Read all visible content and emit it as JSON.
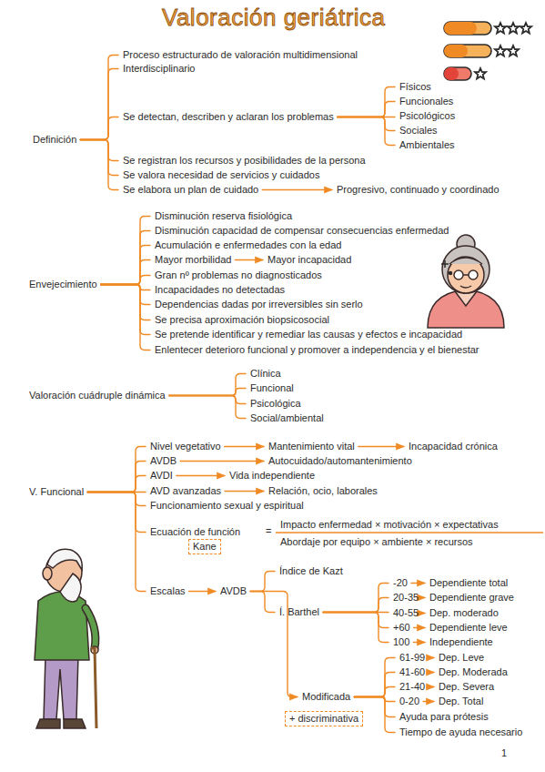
{
  "diagram": {
    "title": "Valoración geriátrica",
    "nodes": [
      {
        "text": [
          "Definición"
        ]
      },
      {
        "text": [
          "Proceso estructurado de valoración multidimensional"
        ]
      },
      {
        "text": [
          "Interdisciplinario"
        ]
      },
      {
        "text": [
          "Se detectan, describen y aclaran los problemas"
        ]
      },
      {
        "text": [
          "Físicos"
        ]
      },
      {
        "text": [
          "Funcionales"
        ]
      },
      {
        "text": [
          "Psicológicos"
        ]
      },
      {
        "text": [
          "Sociales"
        ]
      },
      {
        "text": [
          "Ambientales"
        ]
      },
      {
        "text": [
          "Se registran los recursos y posibilidades de la persona"
        ]
      },
      {
        "text": [
          "Se valora necesidad de servicios y cuidados"
        ]
      },
      {
        "text": [
          "Se elabora un plan de cuidado"
        ]
      },
      {
        "text": [
          "Progresivo, continuado y coordinado"
        ]
      },
      {
        "text": [
          "Envejecimiento"
        ]
      },
      {
        "text": [
          "Disminución reserva fisiológica"
        ]
      },
      {
        "text": [
          "Disminución capacidad de compensar consecuencias enfermedad"
        ]
      },
      {
        "text": [
          "Acumulación e enfermedades con la edad"
        ]
      },
      {
        "text": [
          "Mayor morbilidad"
        ]
      },
      {
        "text": [
          "Mayor incapacidad"
        ]
      },
      {
        "text": [
          "Gran nº problemas no diagnosticados"
        ]
      },
      {
        "text": [
          "Incapacidades no detectadas"
        ]
      },
      {
        "text": [
          "Dependencias dadas por irreversibles sin serlo"
        ]
      },
      {
        "text": [
          "Se precisa aproximación biopsicosocial"
        ]
      },
      {
        "text": [
          "Se pretende identificar y remediar las causas y efectos e incapacidad"
        ]
      },
      {
        "text": [
          "Enlentecer deterioro funcional y promover a independencia y el bienestar"
        ]
      },
      {
        "text": [
          "Valoración cuádruple dinámica"
        ]
      },
      {
        "text": [
          "Clínica"
        ]
      },
      {
        "text": [
          "Funcional"
        ]
      },
      {
        "text": [
          "Psicológica"
        ]
      },
      {
        "text": [
          "Social/ambiental"
        ]
      },
      {
        "text": [
          "V. Funcional"
        ]
      },
      {
        "text": [
          "Nivel vegetativo"
        ]
      },
      {
        "text": [
          "Mantenimiento vital"
        ]
      },
      {
        "text": [
          "Incapacidad crónica"
        ]
      },
      {
        "text": [
          "AVDB"
        ]
      },
      {
        "text": [
          "Autocuidado/automantenimiento"
        ]
      },
      {
        "text": [
          "AVDI"
        ]
      },
      {
        "text": [
          "Vida independiente"
        ]
      },
      {
        "text": [
          "AVD avanzadas"
        ]
      },
      {
        "text": [
          "Relación, ocio, laborales"
        ]
      },
      {
        "text": [
          "Funcionamiento sexual y espiritual"
        ]
      },
      {
        "text": [
          "Ecuación de función"
        ]
      },
      {
        "text": [
          "Kane"
        ]
      },
      {
        "text": [
          "Escalas"
        ]
      },
      {
        "text": [
          "AVDB"
        ]
      },
      {
        "text": [
          "Índice de Kazt"
        ]
      },
      {
        "text": [
          "Í. Barthel"
        ]
      },
      {
        "text": [
          "-20"
        ]
      },
      {
        "text": [
          "Dependiente total"
        ]
      },
      {
        "text": [
          "20-35"
        ]
      },
      {
        "text": [
          "Dependiente grave"
        ]
      },
      {
        "text": [
          "40-55"
        ]
      },
      {
        "text": [
          "Dep. moderado"
        ]
      },
      {
        "text": [
          "+60"
        ]
      },
      {
        "text": [
          "Dependiente leve"
        ]
      },
      {
        "text": [
          "100"
        ]
      },
      {
        "text": [
          "Independiente"
        ]
      },
      {
        "text": [
          "Modificada"
        ]
      },
      {
        "text": [
          "+ discriminativa"
        ]
      },
      {
        "text": [
          "61-99"
        ]
      },
      {
        "text": [
          "Dep. Leve"
        ]
      },
      {
        "text": [
          "41-60"
        ]
      },
      {
        "text": [
          "Dep. Moderada"
        ]
      },
      {
        "text": [
          "21-40"
        ]
      },
      {
        "text": [
          "Dep. Severa"
        ]
      },
      {
        "text": [
          "0-20"
        ]
      },
      {
        "text": [
          "Dep. Total"
        ]
      },
      {
        "text": [
          "Ayuda para prótesis"
        ]
      },
      {
        "text": [
          "Tiempo de ayuda necesario"
        ]
      }
    ],
    "edges": [
      {
        "from": 0,
        "to": 1,
        "arrow": "none"
      },
      {
        "from": 0,
        "to": 2,
        "arrow": "none"
      },
      {
        "from": 0,
        "to": 3,
        "arrow": "none"
      },
      {
        "from": 0,
        "to": 9,
        "arrow": "none"
      },
      {
        "from": 0,
        "to": 10,
        "arrow": "none"
      },
      {
        "from": 0,
        "to": 11,
        "arrow": "none"
      },
      {
        "from": 3,
        "to": 4,
        "arrow": "none"
      },
      {
        "from": 3,
        "to": 5,
        "arrow": "none"
      },
      {
        "from": 3,
        "to": 6,
        "arrow": "none"
      },
      {
        "from": 3,
        "to": 7,
        "arrow": "none"
      },
      {
        "from": 3,
        "to": 8,
        "arrow": "none"
      },
      {
        "from": 11,
        "to": 12,
        "arrow": "to"
      },
      {
        "from": 13,
        "to": 14,
        "arrow": "none"
      },
      {
        "from": 13,
        "to": 15,
        "arrow": "none"
      },
      {
        "from": 13,
        "to": 16,
        "arrow": "none"
      },
      {
        "from": 13,
        "to": 17,
        "arrow": "none"
      },
      {
        "from": 17,
        "to": 18,
        "arrow": "to"
      },
      {
        "from": 13,
        "to": 19,
        "arrow": "none"
      },
      {
        "from": 13,
        "to": 20,
        "arrow": "none"
      },
      {
        "from": 13,
        "to": 21,
        "arrow": "none"
      },
      {
        "from": 13,
        "to": 22,
        "arrow": "none"
      },
      {
        "from": 13,
        "to": 23,
        "arrow": "none"
      },
      {
        "from": 13,
        "to": 24,
        "arrow": "none"
      },
      {
        "from": 25,
        "to": 26,
        "arrow": "none"
      },
      {
        "from": 25,
        "to": 27,
        "arrow": "none"
      },
      {
        "from": 25,
        "to": 28,
        "arrow": "none"
      },
      {
        "from": 25,
        "to": 29,
        "arrow": "none"
      },
      {
        "from": 30,
        "to": 31,
        "arrow": "none"
      },
      {
        "from": 31,
        "to": 32,
        "arrow": "to"
      },
      {
        "from": 32,
        "to": 33,
        "arrow": "to"
      },
      {
        "from": 30,
        "to": 34,
        "arrow": "none"
      },
      {
        "from": 34,
        "to": 35,
        "arrow": "to"
      },
      {
        "from": 30,
        "to": 36,
        "arrow": "none"
      },
      {
        "from": 36,
        "to": 37,
        "arrow": "to"
      },
      {
        "from": 30,
        "to": 38,
        "arrow": "none"
      },
      {
        "from": 38,
        "to": 39,
        "arrow": "to"
      },
      {
        "from": 30,
        "to": 40,
        "arrow": "none"
      },
      {
        "from": 30,
        "to": 41,
        "arrow": "none"
      },
      {
        "from": 30,
        "to": 43,
        "arrow": "none"
      },
      {
        "from": 43,
        "to": 44,
        "arrow": "to"
      },
      {
        "from": 44,
        "to": 45,
        "arrow": "none"
      },
      {
        "from": 44,
        "to": 46,
        "arrow": "none"
      },
      {
        "from": 46,
        "to": 47,
        "arrow": "none"
      },
      {
        "from": 47,
        "to": 48,
        "arrow": "to"
      },
      {
        "from": 46,
        "to": 49,
        "arrow": "none"
      },
      {
        "from": 49,
        "to": 50,
        "arrow": "to"
      },
      {
        "from": 46,
        "to": 51,
        "arrow": "none"
      },
      {
        "from": 51,
        "to": 52,
        "arrow": "to"
      },
      {
        "from": 46,
        "to": 53,
        "arrow": "none"
      },
      {
        "from": 53,
        "to": 54,
        "arrow": "to"
      },
      {
        "from": 46,
        "to": 55,
        "arrow": "none"
      },
      {
        "from": 55,
        "to": 56,
        "arrow": "to"
      },
      {
        "from": 44,
        "to": 57,
        "arrow": "to"
      },
      {
        "from": 57,
        "to": 59,
        "arrow": "none"
      },
      {
        "from": 59,
        "to": 60,
        "arrow": "to"
      },
      {
        "from": 57,
        "to": 61,
        "arrow": "none"
      },
      {
        "from": 61,
        "to": 62,
        "arrow": "to"
      },
      {
        "from": 57,
        "to": 63,
        "arrow": "none"
      },
      {
        "from": 63,
        "to": 64,
        "arrow": "to"
      },
      {
        "from": 57,
        "to": 65,
        "arrow": "none"
      },
      {
        "from": 65,
        "to": 66,
        "arrow": "to"
      },
      {
        "from": 57,
        "to": 67,
        "arrow": "none"
      },
      {
        "from": 57,
        "to": 68,
        "arrow": "none"
      }
    ],
    "labels": [
      "=",
      "Impacto enfermedad × motivación × expectativas",
      "Abordaje por equipo × ambiente × recursos",
      "1"
    ]
  }
}
